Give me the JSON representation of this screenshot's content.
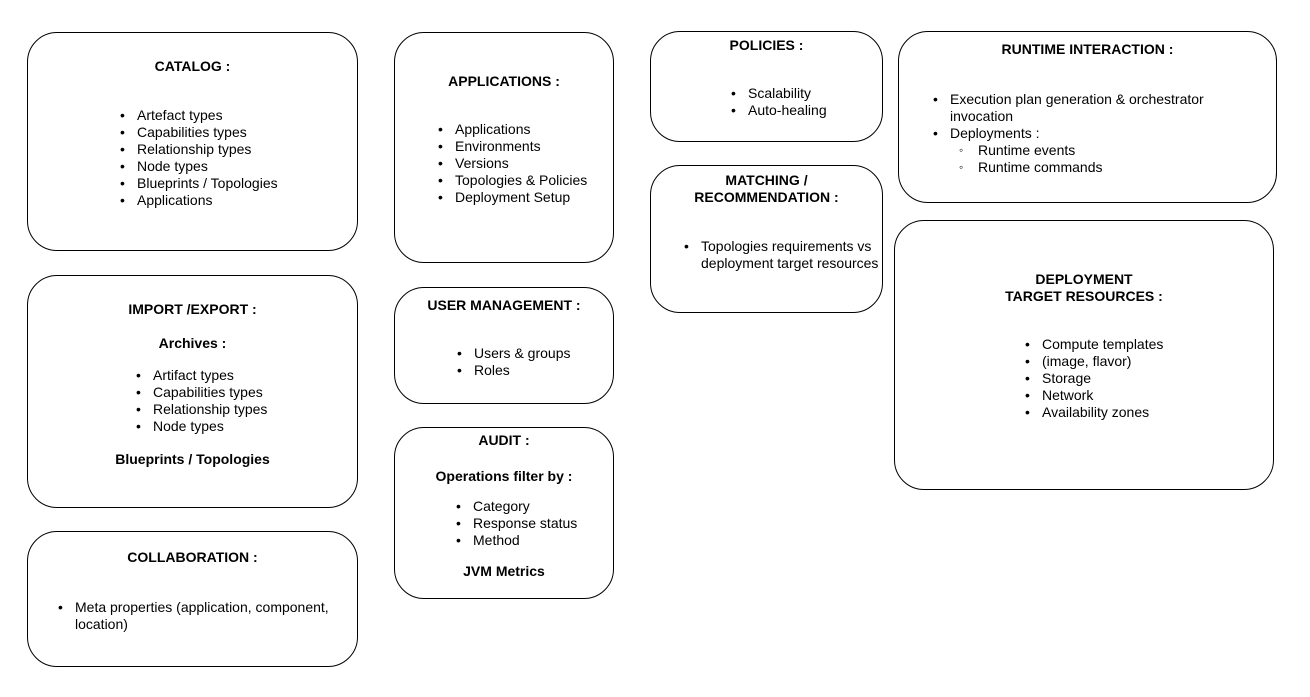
{
  "catalog": {
    "title": "CATALOG :",
    "items": [
      "Artefact types",
      "Capabilities types",
      "Relationship types",
      "Node types",
      "Blueprints / Topologies",
      "Applications"
    ]
  },
  "import_export": {
    "title": "IMPORT /EXPORT :",
    "subtitle": "Archives :",
    "items": [
      "Artifact types",
      "Capabilities types",
      "Relationship types",
      "Node types"
    ],
    "footer": "Blueprints / Topologies"
  },
  "collaboration": {
    "title": "COLLABORATION :",
    "items": [
      "Meta properties (application, component, location)"
    ]
  },
  "applications": {
    "title": "APPLICATIONS :",
    "items": [
      "Applications",
      "Environments",
      "Versions",
      "Topologies & Policies",
      "Deployment Setup"
    ]
  },
  "user_management": {
    "title": "USER MANAGEMENT :",
    "items": [
      "Users & groups",
      "Roles"
    ]
  },
  "audit": {
    "title": "AUDIT :",
    "subtitle": "Operations filter by :",
    "items": [
      "Category",
      "Response status",
      "Method"
    ],
    "footer": "JVM Metrics"
  },
  "policies": {
    "title": "POLICIES :",
    "items": [
      "Scalability",
      "Auto-healing"
    ]
  },
  "matching": {
    "title_line1": "MATCHING /",
    "title_line2": "RECOMMENDATION :",
    "items": [
      "Topologies requirements vs deployment target resources"
    ]
  },
  "runtime": {
    "title": "RUNTIME INTERACTION :",
    "items": [
      "Execution plan generation & orchestrator invocation",
      "Deployments :"
    ],
    "subitems": [
      "Runtime events",
      "Runtime commands"
    ]
  },
  "deployment_target": {
    "title_line1": "DEPLOYMENT",
    "title_line2": "TARGET RESOURCES :",
    "items": [
      "Compute templates",
      "(image, flavor)",
      "Storage",
      "Network",
      "Availability zones"
    ]
  }
}
